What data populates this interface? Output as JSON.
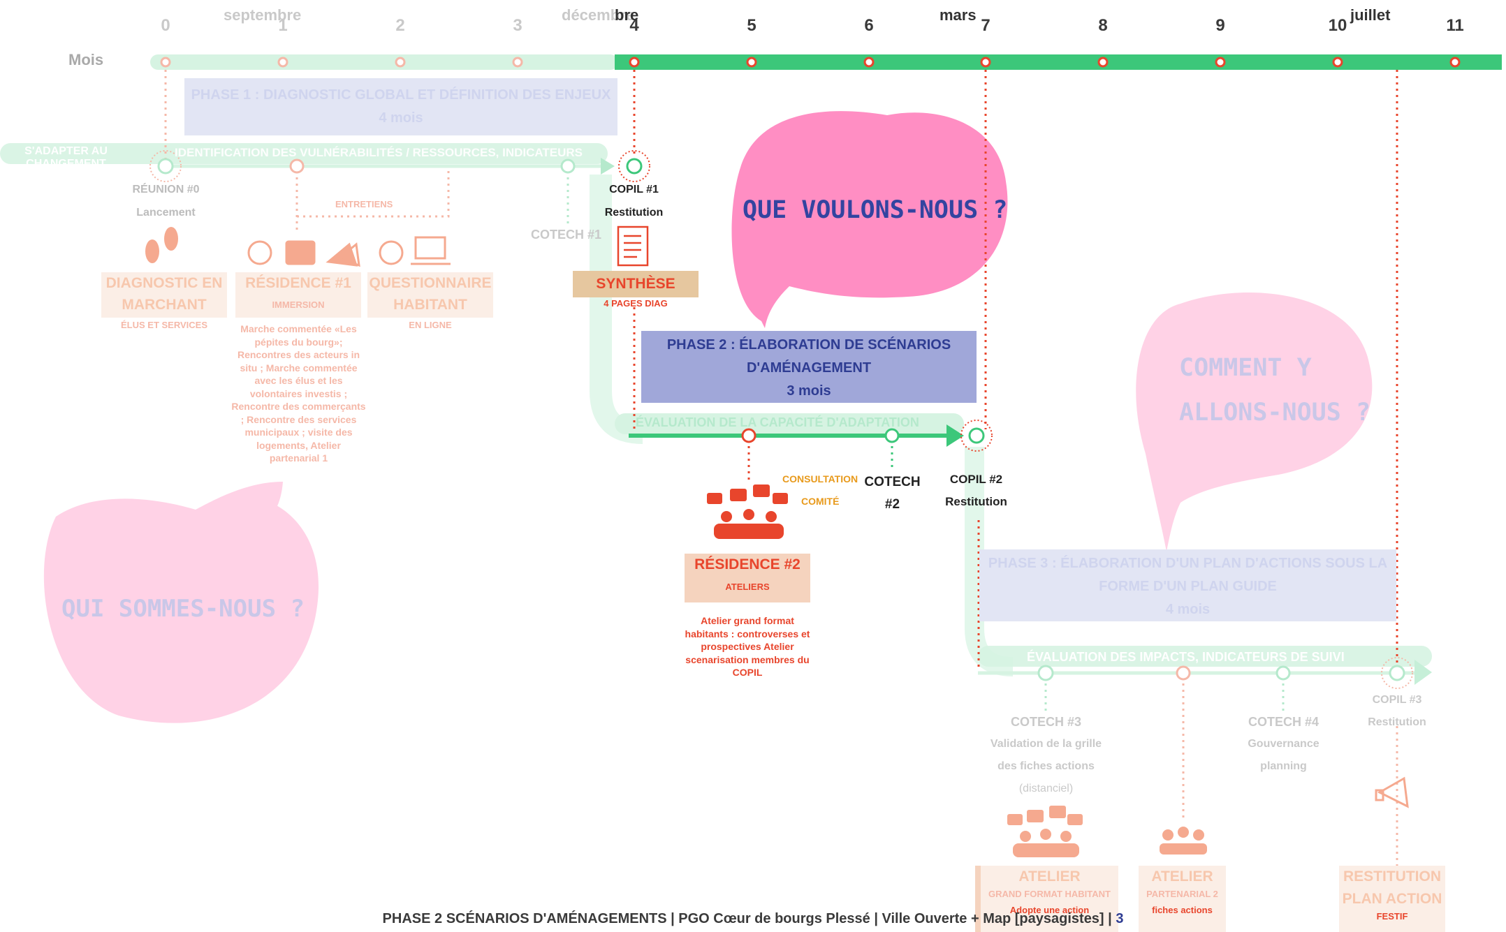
{
  "axis": {
    "label": "Mois",
    "numbers": [
      "0",
      "1",
      "2",
      "3",
      "4",
      "5",
      "6",
      "7",
      "8",
      "9",
      "10",
      "11"
    ],
    "month_names": [
      "septembre",
      "décembre",
      "bre",
      "mars",
      "juillet"
    ]
  },
  "phase1": {
    "title": "PHASE 1 : DIAGNOSTIC GLOBAL ET DÉFINITION DES ENJEUX",
    "duration": "4 mois",
    "track_label": "IDENTIFICATION DES VULNÉRABILITÉS / RESSOURCES, INDICATEURS",
    "side_question": "S'ADAPTER AU CHANGEMENT CLIMATIQUE ?",
    "meeting0": {
      "name": "RÉUNION #0",
      "sub": "Lancement"
    },
    "entretiens": "ENTRETIENS",
    "cotech1": "COTECH #1",
    "copil1": {
      "name": "COPIL #1",
      "sub": "Restitution"
    },
    "cards": [
      {
        "title": "DIAGNOSTIC EN MARCHANT",
        "sub": "ÉLUS ET SERVICES"
      },
      {
        "title": "RÉSIDENCE #1",
        "sub": "IMMERSION"
      },
      {
        "title": "QUESTIONNAIRE HABITANT",
        "sub": "EN LIGNE"
      }
    ],
    "synthese": {
      "title": "SYNTHÈSE",
      "sub": "4 PAGES DIAG"
    },
    "residence1_notes": "Marche commentée «Les pépites du bourg»; Rencontres des acteurs in situ ; Marche commentée avec les élus et les volontaires investis ; Rencontre des commerçants ; Rencontre des services municipaux ; visite des logements, Atelier partenarial 1"
  },
  "phase2": {
    "title": "PHASE 2 : ÉLABORATION DE SCÉNARIOS D'AMÉNAGEMENT",
    "duration": "3 mois",
    "track_label": "ÉVALUATION DE LA CAPACITÉ D'ADAPTATION",
    "consultation": "CONSULTATION",
    "comite": "COMITÉ",
    "cotech2": "COTECH #2",
    "copil2": {
      "name": "COPIL #2",
      "sub": "Restitution"
    },
    "residence2": {
      "title": "RÉSIDENCE #2",
      "sub": "ATELIERS"
    },
    "residence2_notes": "Atelier grand format habitants : controverses et prospectives Atelier scenarisation membres du COPIL"
  },
  "phase3": {
    "title": "PHASE 3 : ÉLABORATION D'UN PLAN D'ACTIONS SOUS LA FORME D'UN PLAN GUIDE",
    "duration": "4 mois",
    "track_label": "ÉVALUATION DES IMPACTS, INDICATEURS DE SUIVI",
    "cotech3": {
      "name": "COTECH #3",
      "sub1": "Validation de la grille",
      "sub2": "des fiches actions",
      "sub3": "(distanciel)"
    },
    "cotech4": {
      "name": "COTECH #4",
      "sub1": "Gouvernance",
      "sub2": "planning"
    },
    "copil3": {
      "name": "COPIL #3",
      "sub": "Restitution"
    },
    "cards": [
      {
        "title": "ATELIER",
        "sub": "GRAND FORMAT HABITANT",
        "note": "Adopte une action"
      },
      {
        "title": "ATELIER",
        "sub": "PARTENARIAL 2",
        "note": "fiches actions"
      },
      {
        "title": "RESTITUTION PLAN ACTION",
        "sub": "FESTIF"
      }
    ]
  },
  "bubbles": {
    "qui": "QUI SOMMES-NOUS ?",
    "que": "QUE VOULONS-NOUS ?",
    "comment": "COMMENT Y ALLONS-NOUS ?"
  },
  "footer": {
    "text": "PHASE 2 SCÉNARIOS D'AMÉNAGEMENTS | PGO Cœur de bourgs Plessé | Ville Ouverte + Map [paysagistes] | ",
    "page": "3"
  },
  "colors": {
    "green": "#3cc77a",
    "green_light": "#d6f3e2",
    "red": "#e8452c",
    "orange": "#e89a1c",
    "peach": "#f5d3be",
    "purple": "#a0a7d9",
    "pink": "#ff8ec3",
    "pink_light": "#ffd2e6",
    "navy": "#2e3c92"
  }
}
